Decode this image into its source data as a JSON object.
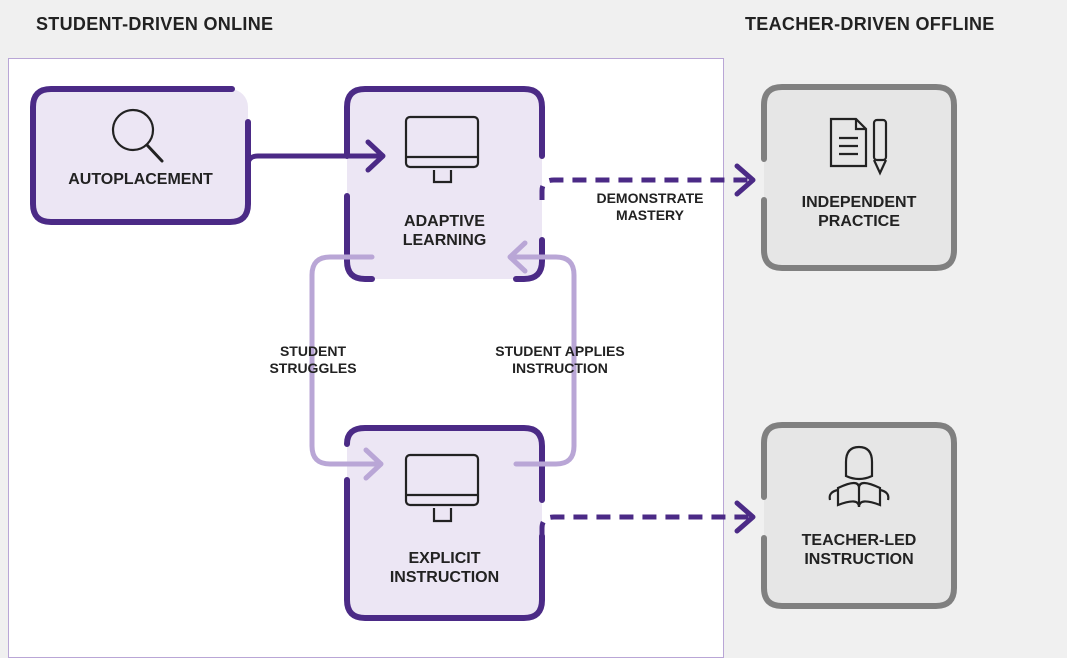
{
  "sections": {
    "online_title": "STUDENT-DRIVEN ONLINE",
    "offline_title": "TEACHER-DRIVEN OFFLINE"
  },
  "nodes": {
    "autoplacement": {
      "label": "AUTOPLACEMENT",
      "icon": "magnifier-icon"
    },
    "adaptive_learning": {
      "line1": "ADAPTIVE",
      "line2": "LEARNING",
      "icon": "monitor-icon"
    },
    "explicit_instruction": {
      "line1": "EXPLICIT",
      "line2": "INSTRUCTION",
      "icon": "monitor-icon"
    },
    "independent_practice": {
      "line1": "INDEPENDENT",
      "line2": "PRACTICE",
      "icon": "document-pencil-icon"
    },
    "teacher_led_instruction": {
      "line1": "TEACHER-LED",
      "line2": "INSTRUCTION",
      "icon": "teacher-reading-icon"
    }
  },
  "edges": {
    "demonstrate_mastery": {
      "line1": "DEMONSTRATE",
      "line2": "MASTERY"
    },
    "student_struggles": {
      "line1": "STUDENT",
      "line2": "STRUGGLES"
    },
    "student_applies": {
      "line1": "STUDENT APPLIES",
      "line2": "INSTRUCTION"
    }
  },
  "colors": {
    "background": "#f0f0f0",
    "online_box_fill": "#ece6f4",
    "online_border": "#4b2a86",
    "loop_arrow": "#b9a6d6",
    "offline_box_fill": "#e6e6e6",
    "offline_border": "#808080"
  }
}
